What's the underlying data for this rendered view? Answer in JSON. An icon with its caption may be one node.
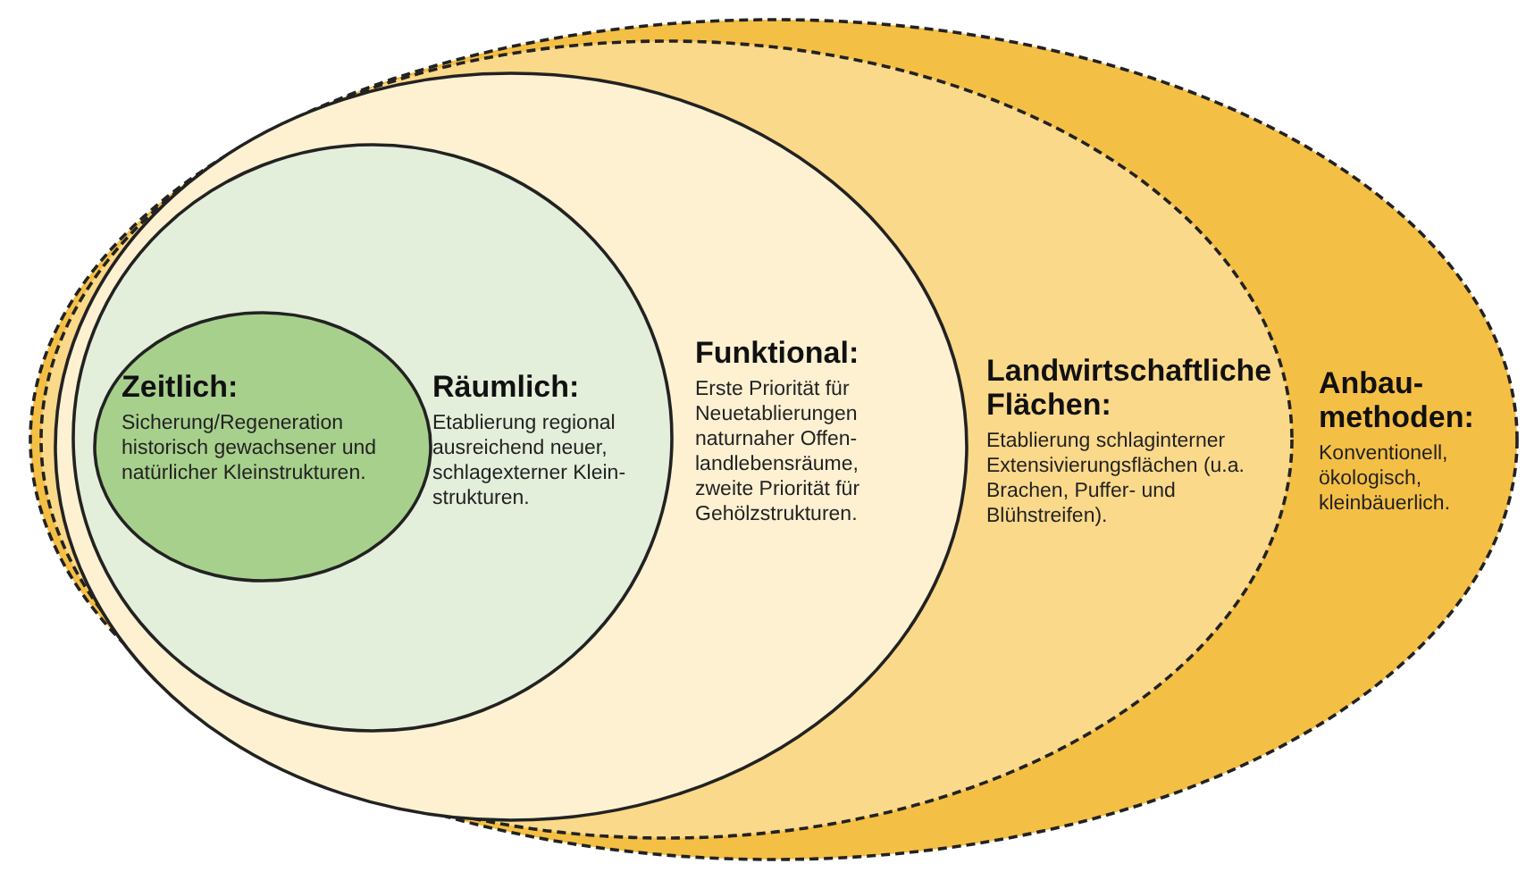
{
  "diagram": {
    "nodes": [
      {
        "text": [
          "Anbau- methoden:",
          "Konventionell, ökologisch, kleinbäuerlich."
        ]
      },
      {
        "text": [
          "Landwirtschaftliche Flächen:",
          "Etablierung schlaginterner Extensivierungsflächen (u.a. Brachen, Puffer- und Blühstreifen)."
        ],
        "in": 0
      },
      {
        "text": [
          "Funktional:",
          "Erste Priorität für Neuetablierungen naturnaher Offen- landlebensräume, zweite Priorität für Gehölzstrukturen."
        ],
        "in": 1
      },
      {
        "text": [
          "Räumlich:",
          "Etablierung regional ausreichend neuer, schlagexterner Klein- strukturen."
        ],
        "in": 2
      },
      {
        "text": [
          "Zeitlich:",
          "Sicherung/Regeneration historisch gewachsener und natürlicher Kleinstrukturen."
        ],
        "in": 3
      }
    ]
  }
}
